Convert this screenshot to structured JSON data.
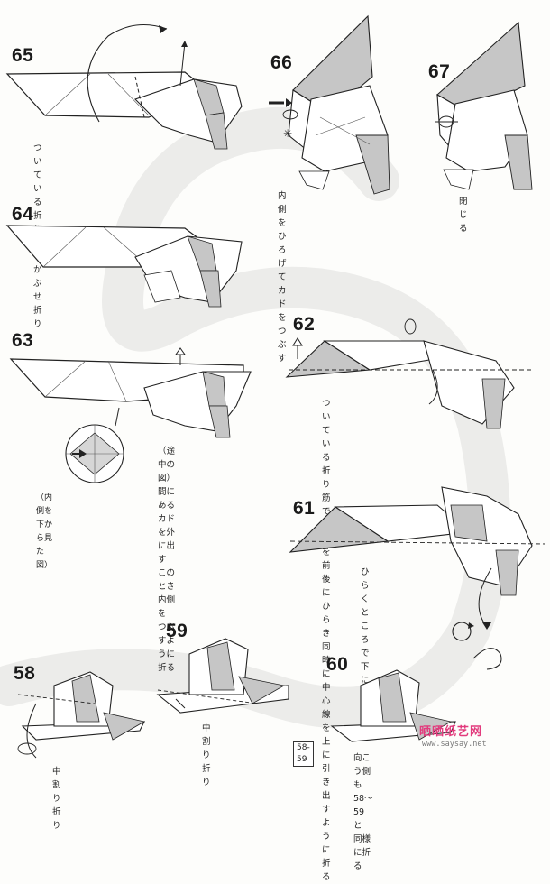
{
  "steps": [
    {
      "num": "65",
      "caption": "ついている折り筋で\nかぶせ折り"
    },
    {
      "num": "66",
      "caption": "内側をひろげて\nカドをつぶす"
    },
    {
      "num": "67",
      "caption": "閉じる"
    },
    {
      "num": "64",
      "caption": ""
    },
    {
      "num": "63",
      "caption": "（途中の図）\n間にあるカドを外に出す\nこのとき内側を\nつぶすように折る",
      "inset_caption": "（内側を下から見た図）"
    },
    {
      "num": "62",
      "caption": "ついている折り筋で\nフチを前後にひらき\n同時に中心線を\n上に引き出すように折る"
    },
    {
      "num": "61",
      "caption": "ひらくところで\n下に折る"
    },
    {
      "num": "58",
      "caption": "中割り折り"
    },
    {
      "num": "59",
      "caption": "中割り折り"
    },
    {
      "num": "60",
      "caption": "向こう側も 58〜59 と\n同様に折る",
      "ref": "58-59"
    }
  ],
  "watermark": {
    "title": "晒晒纸艺网",
    "url": "www.saysay.net"
  },
  "colors": {
    "paper": "#ffffff",
    "back": "#bdbdbd",
    "line": "#222222",
    "swirl": "#ececea",
    "watermark": "#e23b7d"
  }
}
